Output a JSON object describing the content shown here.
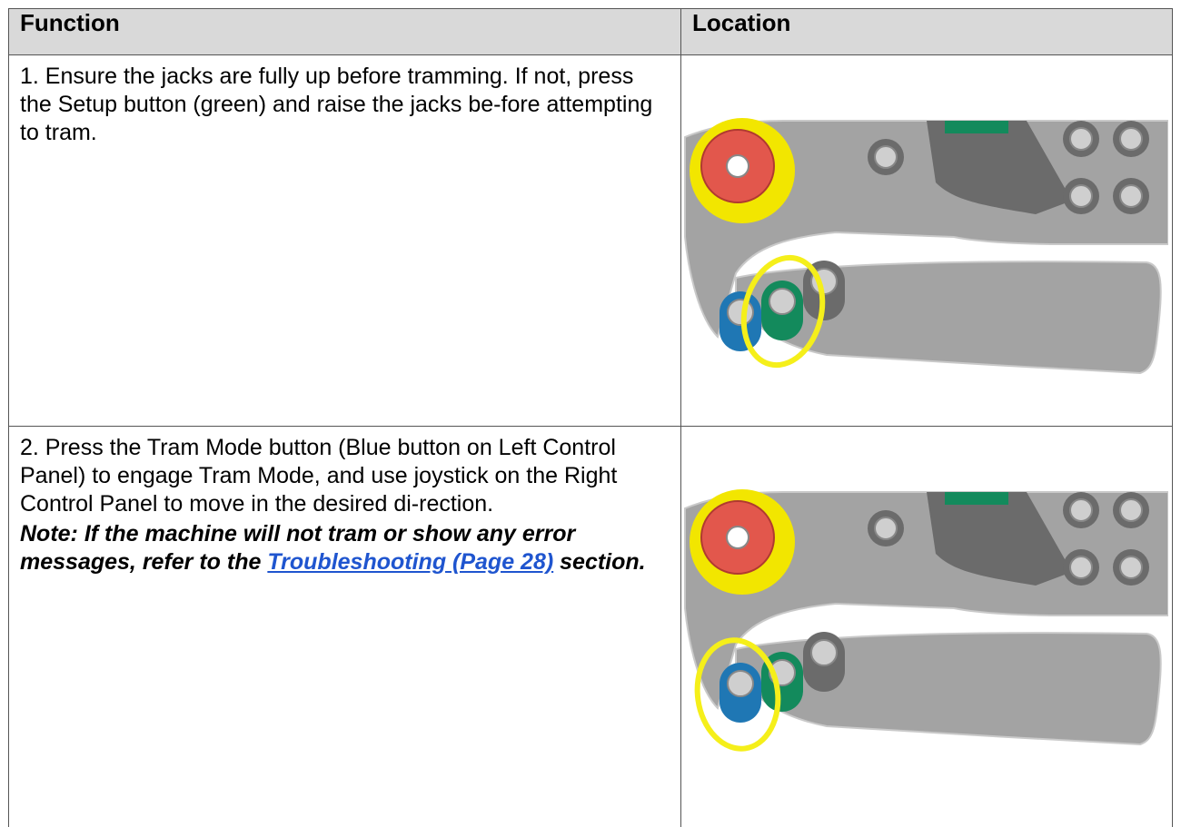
{
  "table": {
    "headers": {
      "function": "Function",
      "location": "Location"
    },
    "rows": [
      {
        "text": "1. Ensure the jacks are fully up before tramming. If not, press the Setup button (green) and raise the jacks be-fore attempting to tram.",
        "panel_highlight": "setup-button"
      },
      {
        "text": "2. Press the Tram Mode button (Blue button on Left Control Panel) to engage Tram Mode, and use joystick on the Right Control Panel to move in the desired di-rection.",
        "note_prefix": "Note: If the machine will not tram or show any error messages, refer to the ",
        "note_link": "Troubleshooting (Page 28)",
        "note_suffix": " section.",
        "panel_highlight": "tram-mode-button"
      }
    ]
  },
  "colors": {
    "panel": "#a3a3a3",
    "panel_dark": "#6b6b6b",
    "estop_ring": "#f2e600",
    "estop_red": "#e2574c",
    "tram_blue": "#1f77b4",
    "setup_green": "#138a5c",
    "highlight": "#f5ef1a",
    "link": "#1f55cf"
  }
}
